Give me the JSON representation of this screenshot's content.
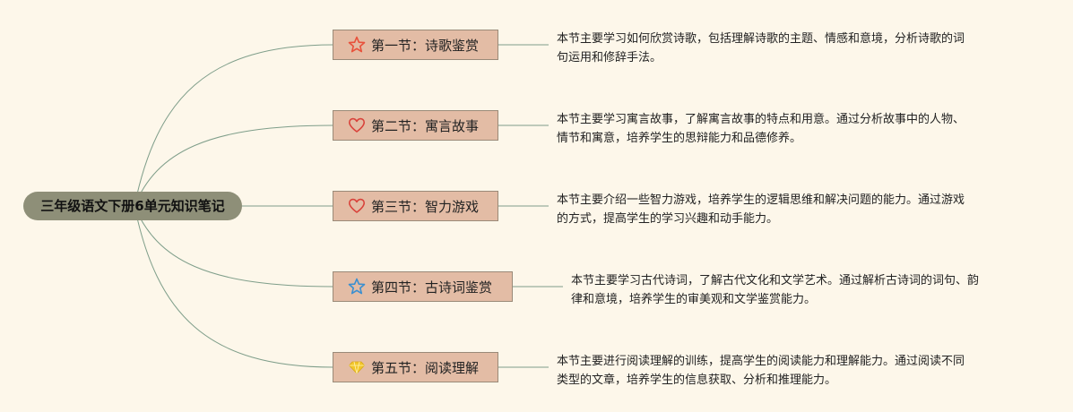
{
  "root": {
    "label": "三年级语文下册6单元知识笔记"
  },
  "sections": [
    {
      "label": "第一节：诗歌鉴赏",
      "icon": "star-outline-icon",
      "icon_color": "#e8503a",
      "lines": [
        "本节主要学习如何欣赏诗歌，包括理解诗歌的主题、情感和意境，分析诗歌的词",
        "句运用和修辞手法。"
      ]
    },
    {
      "label": "第二节：寓言故事",
      "icon": "heart-outline-icon",
      "icon_color": "#d9423a",
      "lines": [
        "本节主要学习寓言故事，了解寓言故事的特点和用意。通过分析故事中的人物、",
        "情节和寓意，培养学生的思辩能力和品德修养。"
      ]
    },
    {
      "label": "第三节：智力游戏",
      "icon": "heart-outline-icon",
      "icon_color": "#d9423a",
      "lines": [
        "本节主要介绍一些智力游戏，培养学生的逻辑思维和解决问题的能力。通过游戏",
        "的方式，提高学生的学习兴趣和动手能力。"
      ]
    },
    {
      "label": "第四节：古诗词鉴赏",
      "icon": "star-outline-icon",
      "icon_color": "#3a8fd0",
      "lines": [
        "本节主要学习古代诗词，了解古代文化和文学艺术。通过解析古诗词的词句、韵",
        "律和意境，培养学生的审美观和文学鉴赏能力。"
      ]
    },
    {
      "label": "第五节：阅读理解",
      "icon": "diamond-icon",
      "icon_color": "#f2c62a",
      "lines": [
        "本节主要进行阅读理解的训练，提高学生的阅读能力和理解能力。通过阅读不同",
        "类型的文章，培养学生的信息获取、分析和推理能力。"
      ]
    }
  ]
}
